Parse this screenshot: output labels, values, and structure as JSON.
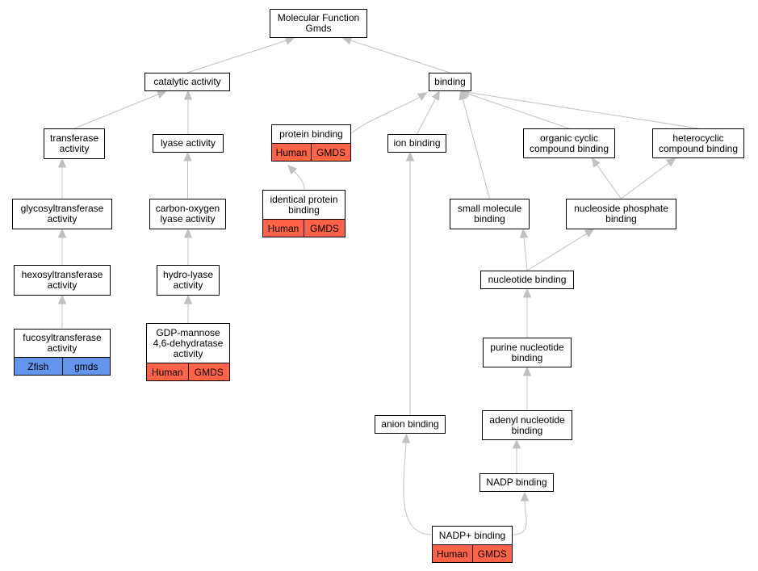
{
  "nodes": {
    "molecular_function": {
      "lines": [
        "Molecular Function",
        "Gmds"
      ]
    },
    "catalytic_activity": {
      "lines": [
        "catalytic activity"
      ]
    },
    "binding": {
      "lines": [
        "binding"
      ]
    },
    "transferase_activity": {
      "lines": [
        "transferase",
        "activity"
      ]
    },
    "lyase_activity": {
      "lines": [
        "lyase activity"
      ]
    },
    "protein_binding": {
      "lines": [
        "protein binding"
      ],
      "tags": {
        "species": "Human",
        "gene": "GMDS"
      }
    },
    "ion_binding": {
      "lines": [
        "ion binding"
      ]
    },
    "organic_cyclic_compound_binding": {
      "lines": [
        "organic cyclic",
        "compound binding"
      ]
    },
    "heterocyclic_compound_binding": {
      "lines": [
        "heterocyclic",
        "compound binding"
      ]
    },
    "glycosyltransferase_activity": {
      "lines": [
        "glycosyltransferase",
        "activity"
      ]
    },
    "carbon_oxygen_lyase_activity": {
      "lines": [
        "carbon-oxygen",
        "lyase activity"
      ]
    },
    "identical_protein_binding": {
      "lines": [
        "identical protein",
        "binding"
      ],
      "tags": {
        "species": "Human",
        "gene": "GMDS"
      }
    },
    "small_molecule_binding": {
      "lines": [
        "small molecule",
        "binding"
      ]
    },
    "nucleoside_phosphate_binding": {
      "lines": [
        "nucleoside phosphate",
        "binding"
      ]
    },
    "hexosyltransferase_activity": {
      "lines": [
        "hexosyltransferase",
        "activity"
      ]
    },
    "hydro_lyase_activity": {
      "lines": [
        "hydro-lyase",
        "activity"
      ]
    },
    "nucleotide_binding": {
      "lines": [
        "nucleotide binding"
      ]
    },
    "fucosyltransferase_activity": {
      "lines": [
        "fucosyltransferase",
        "activity"
      ],
      "tags": {
        "species": "Zfish",
        "gene": "gmds"
      }
    },
    "gdp_mannose_dehydratase_activity": {
      "lines": [
        "GDP-mannose",
        "4,6-dehydratase",
        "activity"
      ],
      "tags": {
        "species": "Human",
        "gene": "GMDS"
      }
    },
    "purine_nucleotide_binding": {
      "lines": [
        "purine nucleotide",
        "binding"
      ]
    },
    "anion_binding": {
      "lines": [
        "anion binding"
      ]
    },
    "adenyl_nucleotide_binding": {
      "lines": [
        "adenyl nucleotide",
        "binding"
      ]
    },
    "nadp_binding": {
      "lines": [
        "NADP binding"
      ]
    },
    "nadp_plus_binding": {
      "lines": [
        "NADP+ binding"
      ],
      "tags": {
        "species": "Human",
        "gene": "GMDS"
      }
    }
  },
  "edges": [
    [
      "catalytic_activity",
      "molecular_function"
    ],
    [
      "binding",
      "molecular_function"
    ],
    [
      "transferase_activity",
      "catalytic_activity"
    ],
    [
      "lyase_activity",
      "catalytic_activity"
    ],
    [
      "glycosyltransferase_activity",
      "transferase_activity"
    ],
    [
      "hexosyltransferase_activity",
      "glycosyltransferase_activity"
    ],
    [
      "fucosyltransferase_activity",
      "hexosyltransferase_activity"
    ],
    [
      "carbon_oxygen_lyase_activity",
      "lyase_activity"
    ],
    [
      "hydro_lyase_activity",
      "carbon_oxygen_lyase_activity"
    ],
    [
      "gdp_mannose_dehydratase_activity",
      "hydro_lyase_activity"
    ],
    [
      "protein_binding",
      "binding"
    ],
    [
      "identical_protein_binding",
      "protein_binding"
    ],
    [
      "ion_binding",
      "binding"
    ],
    [
      "small_molecule_binding",
      "binding"
    ],
    [
      "organic_cyclic_compound_binding",
      "binding"
    ],
    [
      "heterocyclic_compound_binding",
      "binding"
    ],
    [
      "nucleoside_phosphate_binding",
      "organic_cyclic_compound_binding"
    ],
    [
      "nucleoside_phosphate_binding",
      "heterocyclic_compound_binding"
    ],
    [
      "nucleotide_binding",
      "small_molecule_binding"
    ],
    [
      "nucleotide_binding",
      "nucleoside_phosphate_binding"
    ],
    [
      "purine_nucleotide_binding",
      "nucleotide_binding"
    ],
    [
      "adenyl_nucleotide_binding",
      "purine_nucleotide_binding"
    ],
    [
      "nadp_binding",
      "adenyl_nucleotide_binding"
    ],
    [
      "anion_binding",
      "ion_binding"
    ],
    [
      "nadp_plus_binding",
      "anion_binding"
    ],
    [
      "nadp_plus_binding",
      "nadp_binding"
    ]
  ],
  "colors": {
    "human": "#ff6347",
    "zfish": "#6495ed",
    "edge": "#c0c0c0"
  }
}
